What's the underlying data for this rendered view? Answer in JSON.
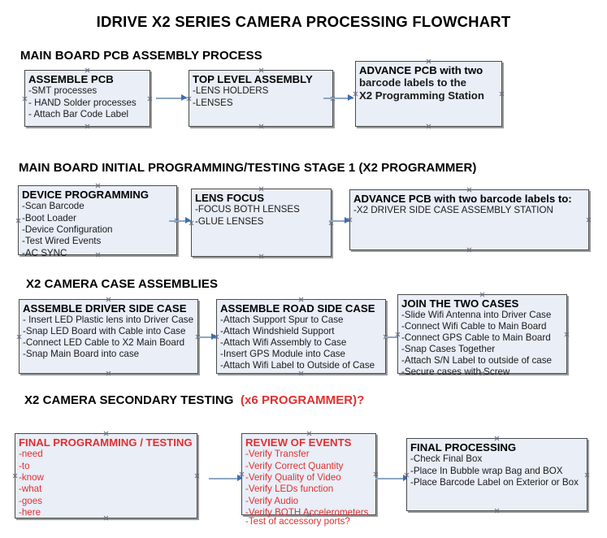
{
  "document": {
    "title": "IDRIVE X2  SERIES CAMERA PROCESSING FLOWCHART"
  },
  "sections": [
    {
      "id": "main-board-pcb-assembly",
      "heading": "MAIN BOARD PCB ASSEMBLY PROCESS",
      "heading_accent": ""
    },
    {
      "id": "main-board-initial-programming",
      "heading": "MAIN BOARD INITIAL PROGRAMMING/TESTING STAGE 1 (X2 PROGRAMMER)",
      "heading_accent": ""
    },
    {
      "id": "x2-camera-case-assemblies",
      "heading": "X2 CAMERA CASE ASSEMBLIES",
      "heading_accent": ""
    },
    {
      "id": "x2-camera-secondary-testing",
      "heading": "X2 CAMERA SECONDARY TESTING",
      "heading_accent": "(x6 PROGRAMMER)?"
    }
  ],
  "boxes": {
    "assemble_pcb": {
      "title": "ASSEMBLE PCB",
      "lines": [
        "-SMT processes",
        "- HAND Solder processes",
        "- Attach Bar Code Label"
      ]
    },
    "top_level_assembly": {
      "title": "TOP LEVEL ASSEMBLY",
      "lines": [
        "-LENS HOLDERS",
        "-LENSES"
      ]
    },
    "advance_pcb_programming_station": {
      "title": "ADVANCE PCB with two",
      "lines": [
        "barcode labels to the",
        " X2 Programming Station"
      ]
    },
    "device_programming": {
      "title": "DEVICE PROGRAMMING",
      "lines": [
        "-Scan Barcode",
        "-Boot Loader",
        "-Device Configuration",
        "-Test Wired Events",
        "-AC SYNC"
      ]
    },
    "lens_focus": {
      "title": "LENS FOCUS",
      "lines": [
        "-FOCUS BOTH LENSES",
        "-GLUE LENSES"
      ]
    },
    "advance_pcb_driver_side": {
      "title": "ADVANCE PCB with two barcode labels to:",
      "lines": [
        "-X2 DRIVER  SIDE  CASE  ASSEMBLY STATION"
      ]
    },
    "assemble_driver_side_case": {
      "title": "ASSEMBLE DRIVER SIDE CASE",
      "lines": [
        "- Insert LED Plastic lens into Driver Case",
        "-Snap LED Board with Cable into Case",
        "-Connect LED Cable to X2 Main Board",
        "-Snap Main Board into case"
      ]
    },
    "assemble_road_side_case": {
      "title": "ASSEMBLE ROAD SIDE CASE",
      "lines": [
        "-Attach Support Spur to Case",
        "-Attach Windshield Support",
        "-Attach Wifi Assembly to Case",
        "-Insert GPS Module into Case",
        "-Attach Wifi Label to Outside of Case"
      ]
    },
    "join_the_two_cases": {
      "title": "JOIN THE TWO CASES",
      "lines": [
        "-Slide Wifi Antenna into Driver Case",
        "-Connect Wifi Cable to Main Board",
        "-Connect GPS Cable to Main Board",
        "-Snap Cases Together",
        "-Attach S/N Label to outside of case",
        "-Secure cases with Screw"
      ]
    },
    "final_programming_testing": {
      "title": "FINAL PROGRAMMING / TESTING",
      "lines": [
        "-need",
        "-to",
        "-know",
        "-what",
        "-goes",
        "-here"
      ]
    },
    "review_of_events": {
      "title": "REVIEW OF EVENTS",
      "lines": [
        "-Verify Transfer",
        "-Verify Correct Quantity",
        "-Verify Quality of Video",
        "-Verify LEDs function",
        "-Verify Audio",
        "-Verify BOTH Accelerometers"
      ],
      "overflow_line": "-Test of accessory ports?"
    },
    "final_processing": {
      "title": "FINAL PROCESSING",
      "lines": [
        " -Check Final Box",
        "-Place In Bubble wrap Bag and BOX",
        "-Place Barcode Label on Exterior or Box"
      ]
    }
  },
  "colors": {
    "box_fill": "#e9eef7",
    "box_border": "#4a4a4a",
    "box_shadow": "#9a9a9a",
    "arrow_shaft": "#8ca6c4",
    "arrow_head": "#3b6fb0",
    "text_black": "#000000",
    "text_red": "#e03030",
    "handle": "#6b6b80",
    "background": "#ffffff"
  }
}
